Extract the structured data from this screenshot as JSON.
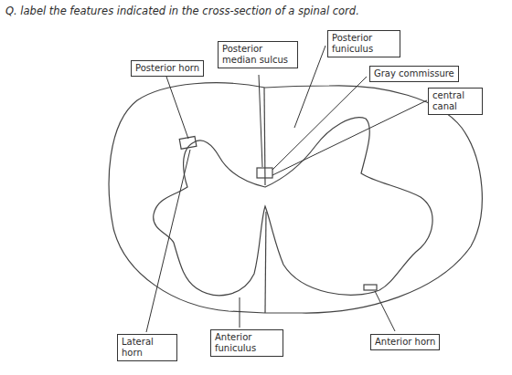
{
  "diagram": {
    "title": "Q. label the features indicated in the cross-section of a spinal cord.",
    "nodes": [
      {
        "text": [
          "Posterior horn"
        ]
      },
      {
        "text": [
          "Posterior median sulcus"
        ]
      },
      {
        "text": [
          "Posterior funiculus"
        ]
      },
      {
        "text": [
          "Gray commissure"
        ]
      },
      {
        "text": [
          "central canal"
        ]
      },
      {
        "text": [
          "Lateral horn"
        ]
      },
      {
        "text": [
          "Anterior funiculus"
        ]
      },
      {
        "text": [
          "Anterior horn"
        ]
      }
    ]
  }
}
